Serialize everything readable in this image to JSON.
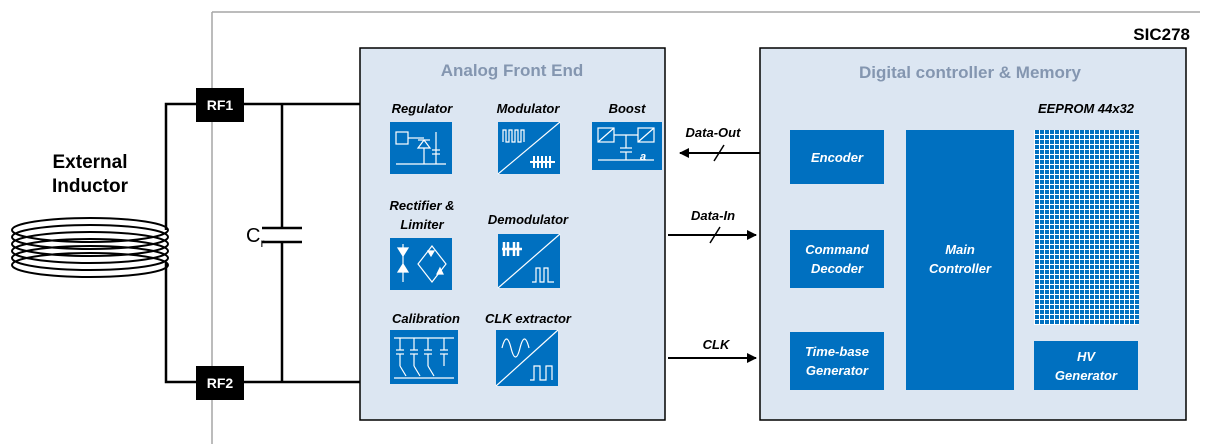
{
  "chip": {
    "name": "SIC278"
  },
  "external": {
    "label_line1": "External",
    "label_line2": "Inductor",
    "pin1": "RF1",
    "pin2": "RF2",
    "capacitor": "C",
    "capacitor_sub": "r"
  },
  "afe": {
    "title": "Analog Front End",
    "blocks": {
      "regulator": "Regulator",
      "modulator": "Modulator",
      "boost": "Boost",
      "rectifier_line1": "Rectifier &",
      "rectifier_line2": "Limiter",
      "demodulator": "Demodulator",
      "calibration": "Calibration",
      "clk_extractor": "CLK extractor"
    }
  },
  "signals": {
    "data_out": "Data-Out",
    "data_in": "Data-In",
    "clk": "CLK"
  },
  "digital": {
    "title": "Digital controller & Memory",
    "encoder": "Encoder",
    "command_line1": "Command",
    "command_line2": "Decoder",
    "timebase_line1": "Time-base",
    "timebase_line2": "Generator",
    "main_line1": "Main",
    "main_line2": "Controller",
    "eeprom": "EEPROM 44x32",
    "hv_line1": "HV",
    "hv_line2": "Generator"
  },
  "colors": {
    "panel_fill": "#dce6f2",
    "block_blue": "#0070c0",
    "title_gray": "#8496b0",
    "pin_black": "#000000"
  }
}
